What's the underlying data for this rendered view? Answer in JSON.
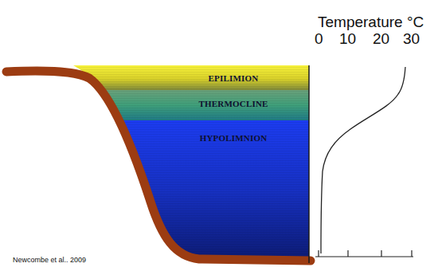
{
  "diagram": {
    "nodes": [
      {
        "text": [
          "EPILIMION"
        ]
      },
      {
        "text": [
          "THERMOCLINE"
        ]
      },
      {
        "text": [
          "HYPOLIMNION"
        ]
      }
    ],
    "labels": [
      "Temperature °C",
      "0",
      "10",
      "20",
      "30",
      "Newcombe et al.. 2009"
    ]
  }
}
